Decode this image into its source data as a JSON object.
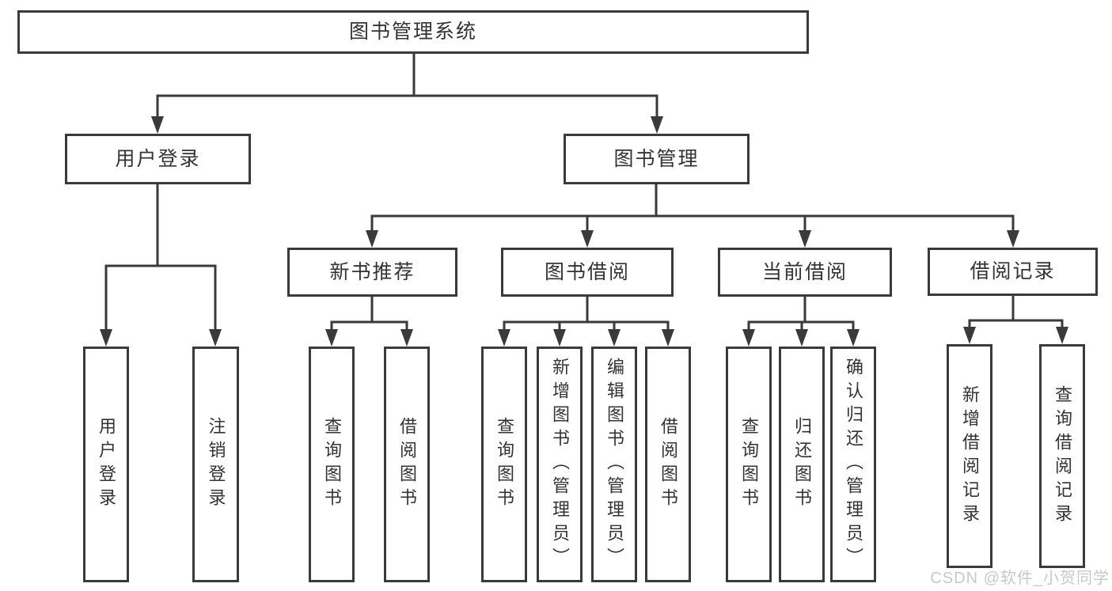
{
  "tree": {
    "label": "图书管理系统",
    "children": [
      {
        "label": "用户登录",
        "children": [
          {
            "label": "用户登录"
          },
          {
            "label": "注销登录"
          }
        ]
      },
      {
        "label": "图书管理",
        "children": [
          {
            "label": "新书推荐",
            "children": [
              {
                "label": "查询图书"
              },
              {
                "label": "借阅图书"
              }
            ]
          },
          {
            "label": "图书借阅",
            "children": [
              {
                "label": "查询图书"
              },
              {
                "label": "新增图书（管理员）"
              },
              {
                "label": "编辑图书（管理员）"
              },
              {
                "label": "借阅图书"
              }
            ]
          },
          {
            "label": "当前借阅",
            "children": [
              {
                "label": "查询图书"
              },
              {
                "label": "归还图书"
              },
              {
                "label": "确认归还（管理员）"
              }
            ]
          },
          {
            "label": "借阅记录",
            "children": [
              {
                "label": "新增借阅记录"
              },
              {
                "label": "查询借阅记录"
              }
            ]
          }
        ]
      }
    ]
  },
  "watermark": {
    "text": "CSDN @软件_小贺同学"
  },
  "colors": {
    "line": "#3a3a3a",
    "box_border": "#3a3a3a",
    "text": "#333333",
    "watermark": "#c6c6c6",
    "background": "#ffffff"
  }
}
